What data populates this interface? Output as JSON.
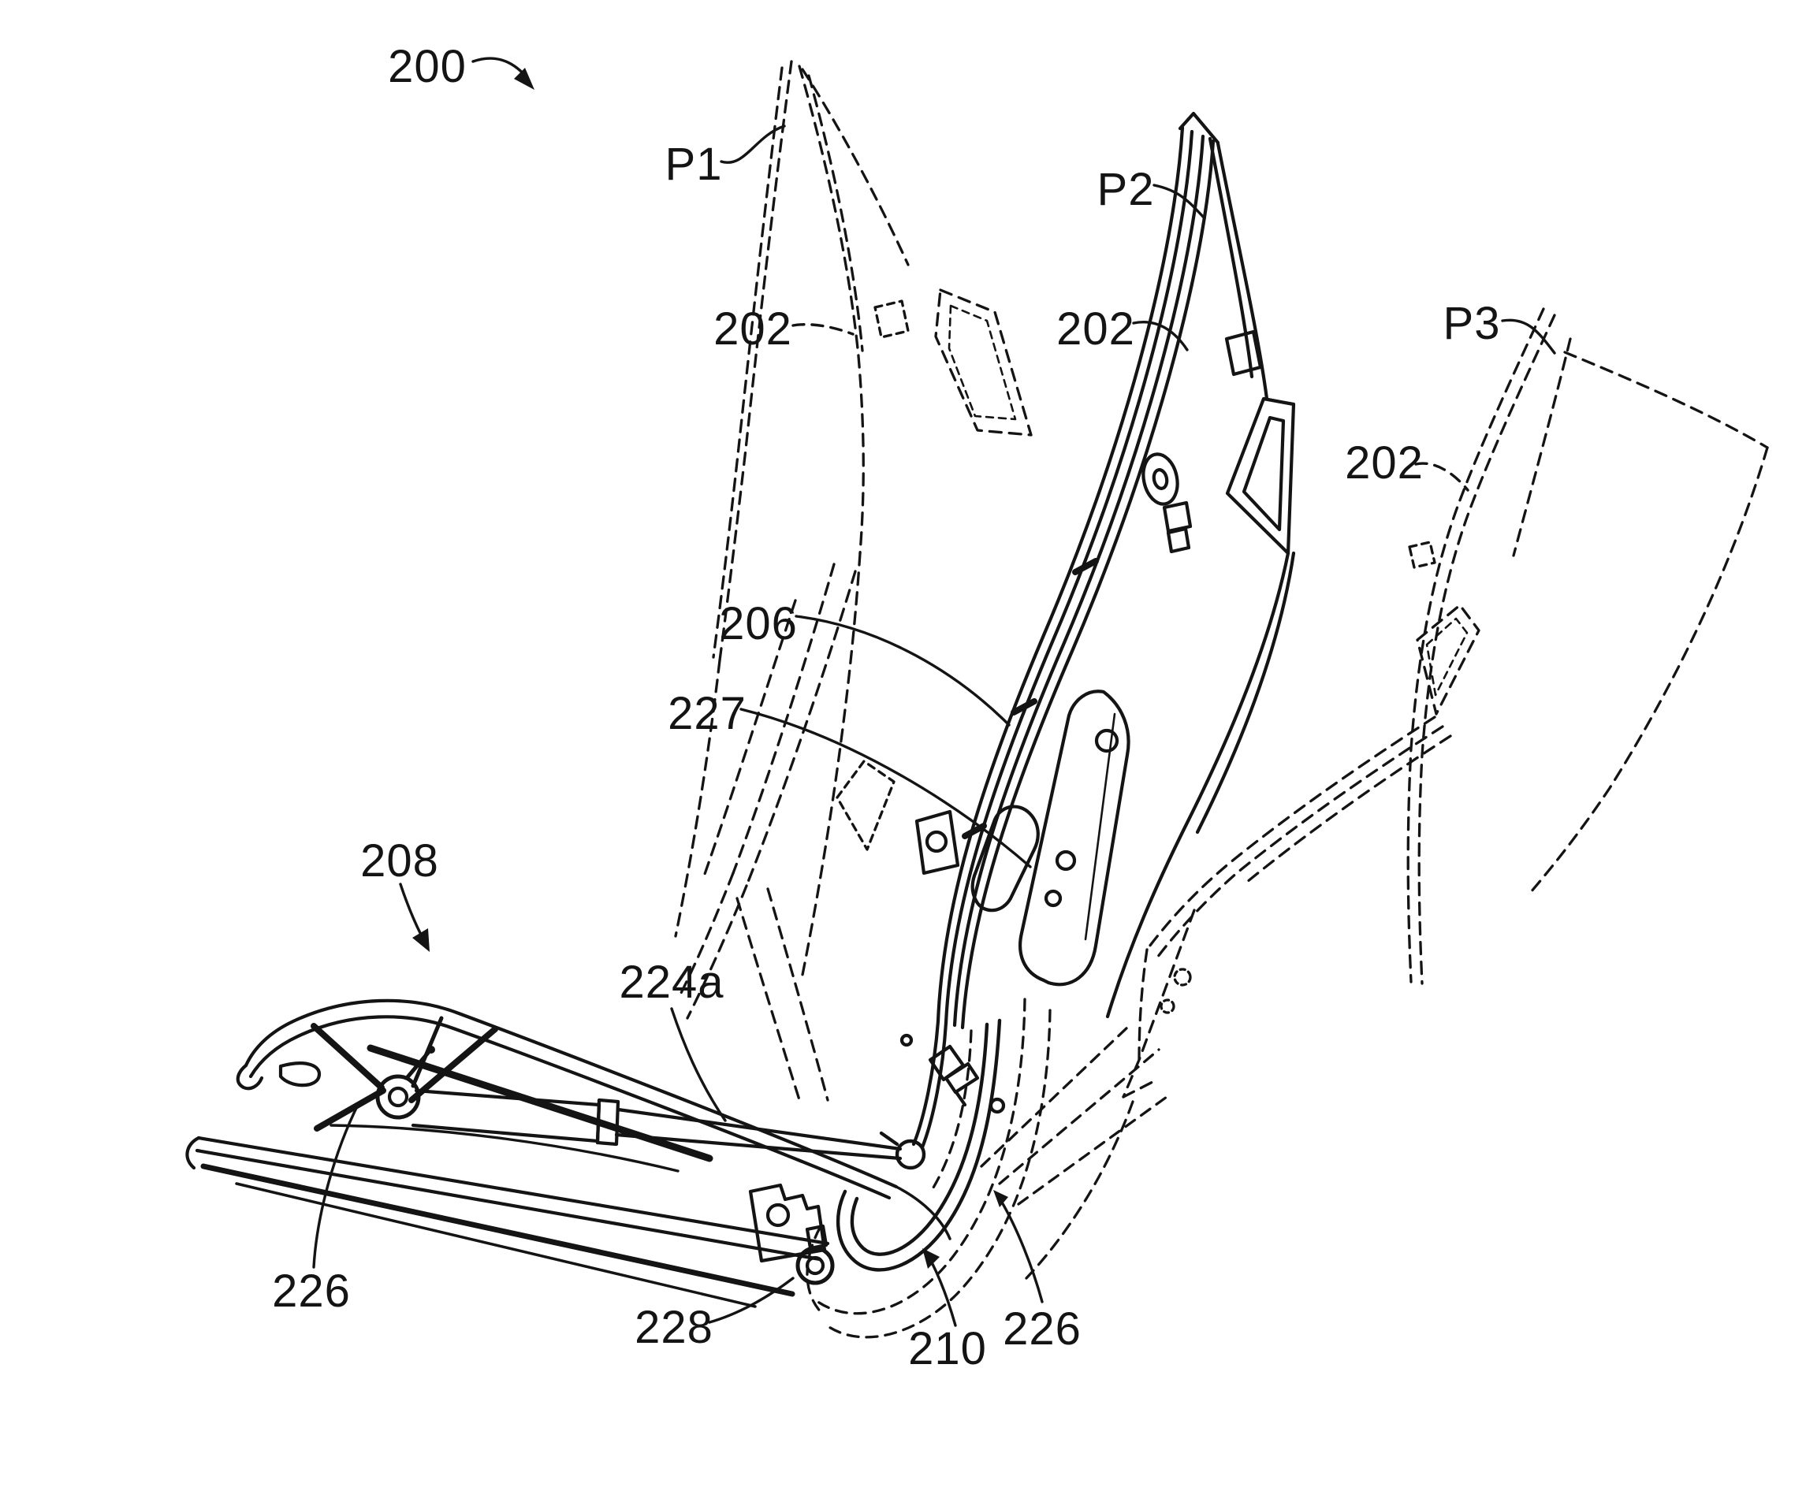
{
  "figure": {
    "background_color": "#ffffff",
    "line_color": "#141414"
  },
  "labels": {
    "ref_200": "200",
    "p1": "P1",
    "p2": "P2",
    "p3": "P3",
    "ref_202_left": "202",
    "ref_202_middle": "202",
    "ref_202_right": "202",
    "ref_206": "206",
    "ref_227": "227",
    "ref_208": "208",
    "ref_224a": "224a",
    "ref_226_left": "226",
    "ref_226_right": "226",
    "ref_228": "228",
    "ref_210": "210"
  }
}
